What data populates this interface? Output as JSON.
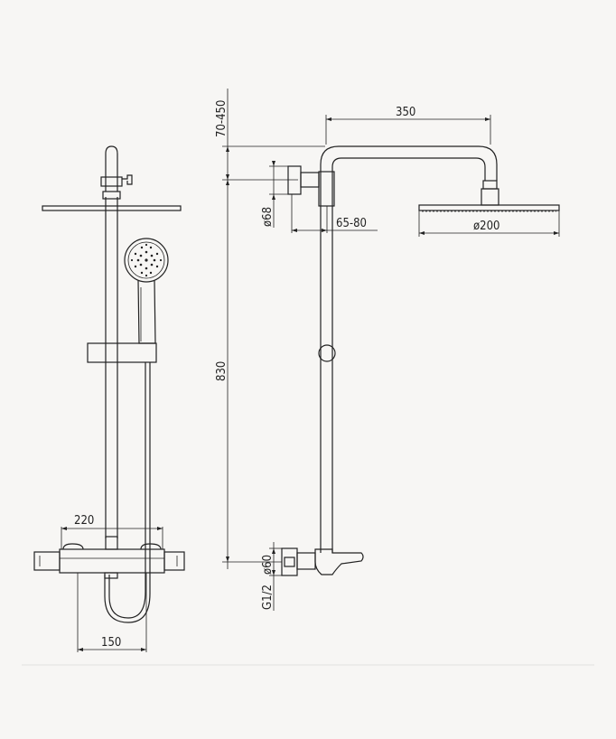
{
  "dimensions": {
    "adjust_height": "70-450",
    "arm_length": "350",
    "flange_diameter": "ø68",
    "projection": "65-80",
    "head_diameter": "ø200",
    "riser_height": "830",
    "bar_width": "220",
    "centers": "150",
    "outlet_diameter": "ø60",
    "thread": "G1/2"
  }
}
